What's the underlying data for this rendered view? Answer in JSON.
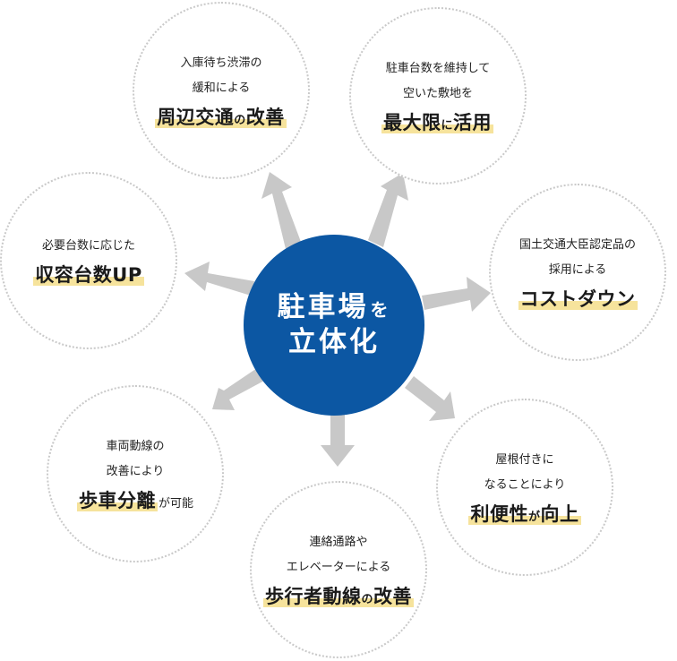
{
  "center": {
    "line1": "駐車場",
    "line1_suffix": "を",
    "line2": "立体化"
  },
  "nodes": {
    "top_left": {
      "line1": "入庫待ち渋滞の",
      "line2": "緩和による",
      "highlight": "周辺交通",
      "highlight_small": "の",
      "highlight_end": "改善",
      "tail": ""
    },
    "top_right": {
      "line1": "駐車台数を維持して",
      "line2": "空いた敷地を",
      "highlight": "最大限",
      "highlight_small": "に",
      "highlight_end": "活用",
      "tail": ""
    },
    "left": {
      "line1": "",
      "line2": "必要台数に応じた",
      "highlight": "収容台数UP",
      "highlight_small": "",
      "highlight_end": "",
      "tail": ""
    },
    "right": {
      "line1": "国土交通大臣認定品の",
      "line2": "採用による",
      "highlight": "コストダウン",
      "highlight_small": "",
      "highlight_end": "",
      "tail": ""
    },
    "bottom_left": {
      "line1": "車両動線の",
      "line2": "改善により",
      "highlight": "歩車分離",
      "highlight_small": "",
      "highlight_end": "",
      "tail": "が可能"
    },
    "bottom_right": {
      "line1": "屋根付きに",
      "line2": "なることにより",
      "highlight": "利便性",
      "highlight_small": "が",
      "highlight_end": "向上",
      "tail": ""
    },
    "bottom": {
      "line1": "連絡通路や",
      "line2": "エレベーターによる",
      "highlight": "歩行者動線",
      "highlight_small": "の",
      "highlight_end": "改善",
      "tail": ""
    }
  },
  "colors": {
    "center_fill": "#0c57a3",
    "arrow": "#c8c8c8",
    "highlight": "#f6e39c",
    "node_border": "#c9c9c9"
  }
}
